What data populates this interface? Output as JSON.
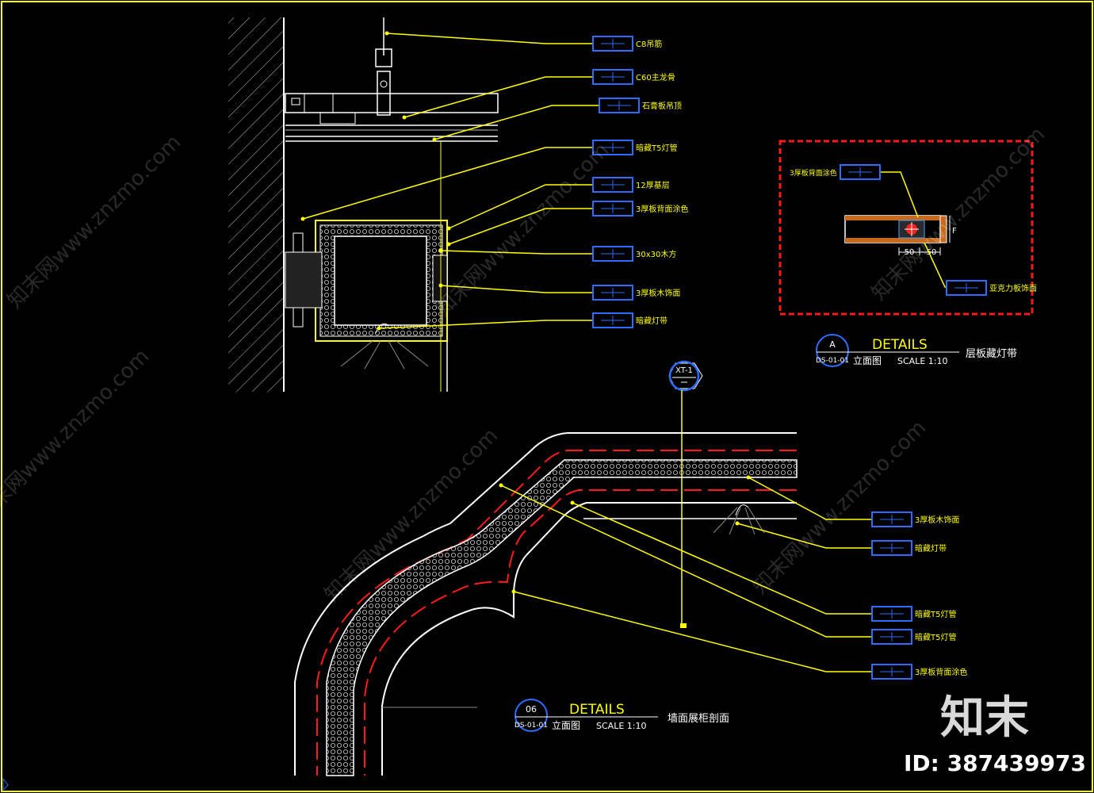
{
  "colors": {
    "background": "#000000",
    "leader": "#ffff00",
    "outline": "#ffffff",
    "tag": "#2e6bff",
    "hidden_line": "#ff1a1a",
    "highlight_frame": "#ff1a1a",
    "gray": "#8a8a8a"
  },
  "top_labels": [
    "C8吊筋",
    "C60主龙骨",
    "石膏板吊顶",
    "暗藏T5灯管",
    "12厚基层",
    "3厚板背面涂色",
    "30x30木方",
    "3厚板木饰面",
    "暗藏灯带"
  ],
  "bottom_labels": [
    "3厚板木饰面",
    "暗藏灯带",
    "暗藏T5灯管",
    "暗藏T5灯管",
    "3厚板背面涂色"
  ],
  "detail_a": {
    "labels": [
      "3厚板背面涂色",
      "亚克力板饰面"
    ],
    "dims": [
      "50",
      "50",
      "F"
    ],
    "callout_top": "A",
    "callout_bottom": "DS-01-01",
    "title": "DETAILS",
    "subtitle_cn": "立面图",
    "scale": "SCALE  1:10",
    "note": "层板藏灯带"
  },
  "detail_06": {
    "callout_top": "06",
    "callout_bottom": "DS-01-01",
    "title": "DETAILS",
    "subtitle_cn": "立面图",
    "scale": "SCALE  1:10",
    "note": "墙面展柜剖面"
  },
  "section_marker": {
    "label": "XT-1"
  },
  "watermarks": {
    "text": "知末网www.znzmo.com",
    "brand": "知末",
    "id": "ID: 387439973"
  }
}
